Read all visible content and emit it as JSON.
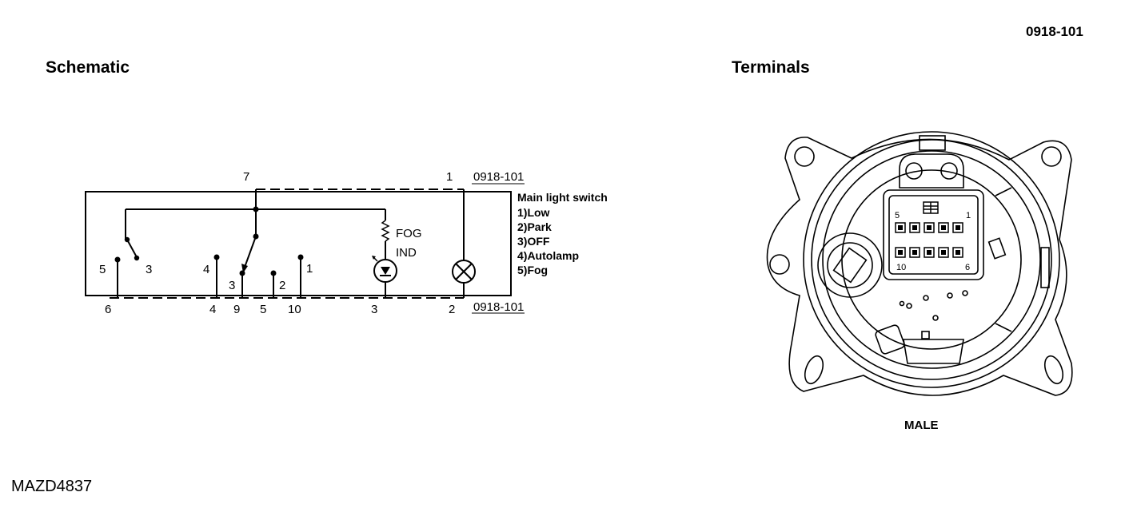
{
  "document_id": "0918-101",
  "figure_id": "MAZD4837",
  "schematic": {
    "title": "Schematic",
    "connector_ref_top": "0918-101",
    "connector_ref_bottom": "0918-101",
    "top_pins": [
      "7",
      "1"
    ],
    "bottom_pins": [
      "6",
      "4",
      "9",
      "5",
      "10",
      "3",
      "2"
    ],
    "switch_positions": [
      "5",
      "3",
      "4",
      "3",
      "2",
      "1"
    ],
    "indicator_label_1": "FOG",
    "indicator_label_2": "IND",
    "legend": {
      "title": "Main light switch",
      "items": [
        "1)Low",
        "2)Park",
        "3)OFF",
        "4)Autolamp",
        "5)Fog"
      ]
    }
  },
  "terminals": {
    "title": "Terminals",
    "connector_gender": "MALE",
    "pin_label_top_left": "5",
    "pin_label_top_right": "1",
    "pin_label_bottom_left": "10",
    "pin_label_bottom_right": "6"
  }
}
